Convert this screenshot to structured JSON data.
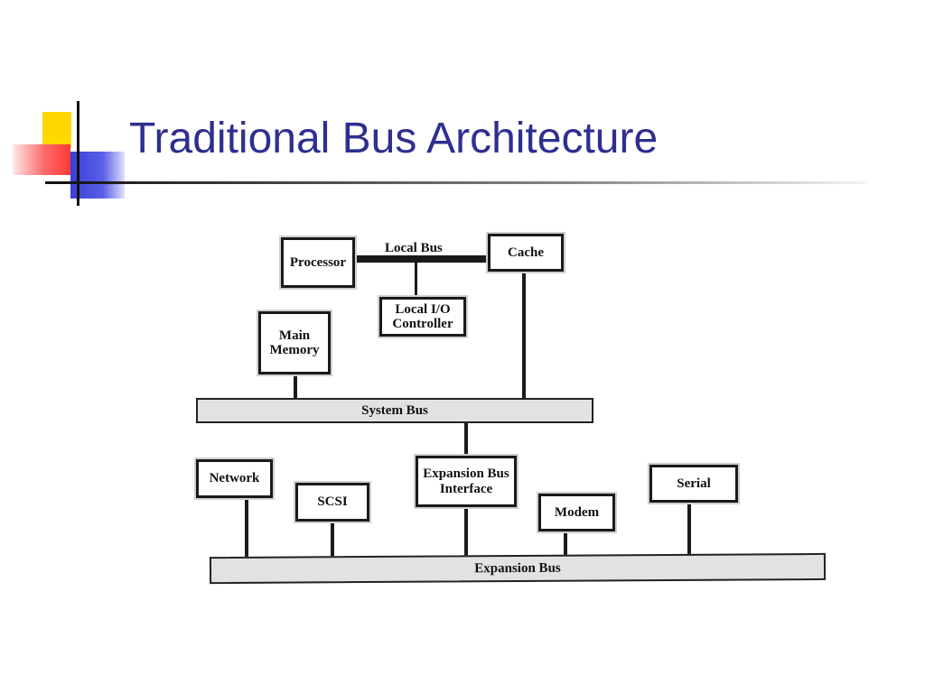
{
  "slide": {
    "title": "Traditional Bus Architecture"
  },
  "diagram": {
    "components": {
      "processor": "Processor",
      "cache": "Cache",
      "local_io_controller": "Local I/O Controller",
      "main_memory": "Main Memory",
      "network": "Network",
      "scsi": "SCSI",
      "expansion_bus_interface": "Expansion Bus Interface",
      "modem": "Modem",
      "serial": "Serial"
    },
    "buses": {
      "local_bus": "Local Bus",
      "system_bus": "System Bus",
      "expansion_bus": "Expansion Bus"
    }
  }
}
